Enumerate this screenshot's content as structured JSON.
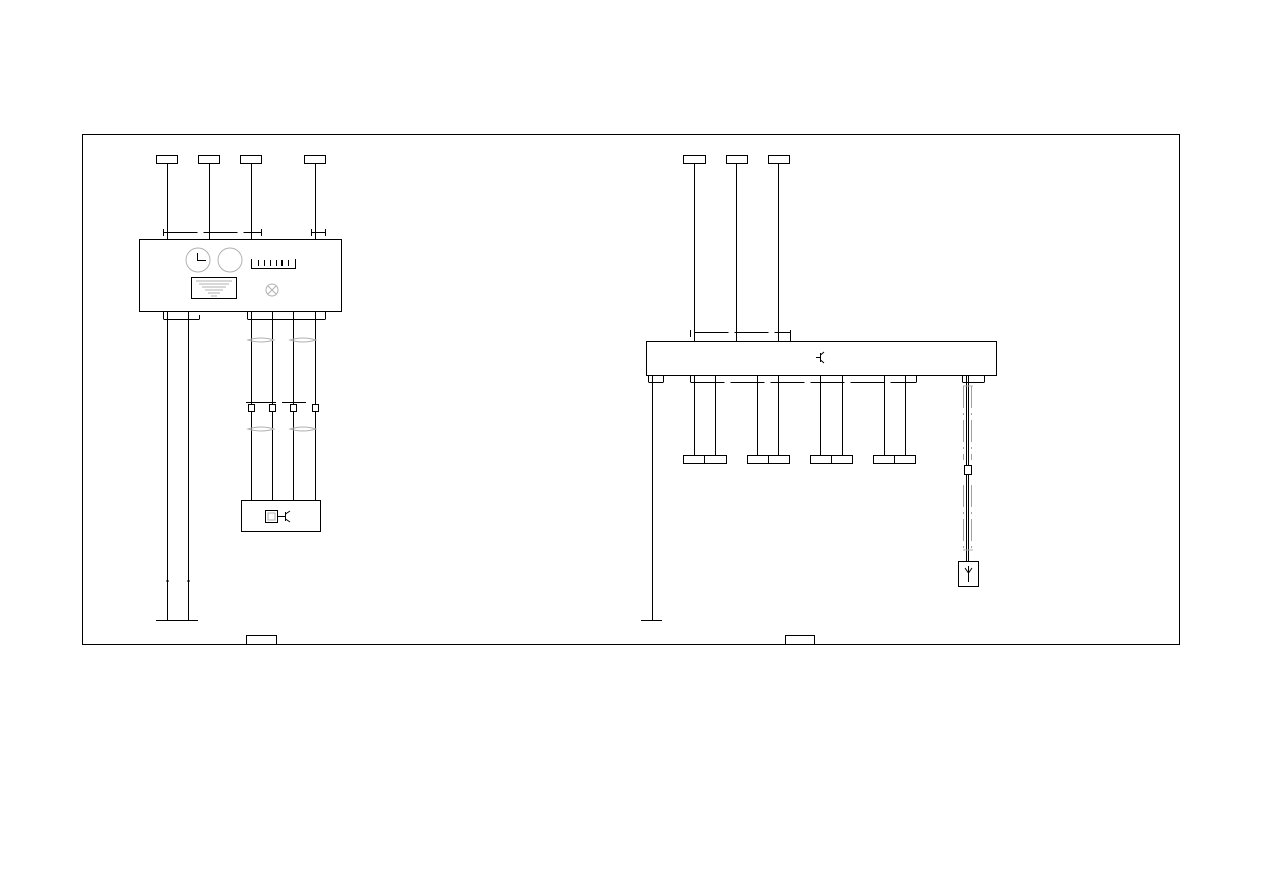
{
  "diagram": {
    "type": "wiring-schematic",
    "colors": {
      "line": "#000000",
      "shield": "#a0a0a0",
      "background": "#ffffff"
    },
    "left_section": {
      "top_connectors": 4,
      "module_icons": [
        "clock-gauge-icon",
        "round-gauge-icon",
        "bar-meter-icon",
        "display-panel-icon",
        "warning-lamp-icon"
      ],
      "output_wires": 4,
      "sub_module_icons": [
        "switch-icon",
        "transistor-icon"
      ],
      "ground_wires": 2
    },
    "right_section": {
      "top_connectors": 3,
      "module_icons": [
        "transistor-icon"
      ],
      "output_connector_pairs": 4,
      "shielded_wire": 1,
      "sensor_icons": [
        "antenna-sensor-icon"
      ],
      "ground_wires": 1
    }
  }
}
